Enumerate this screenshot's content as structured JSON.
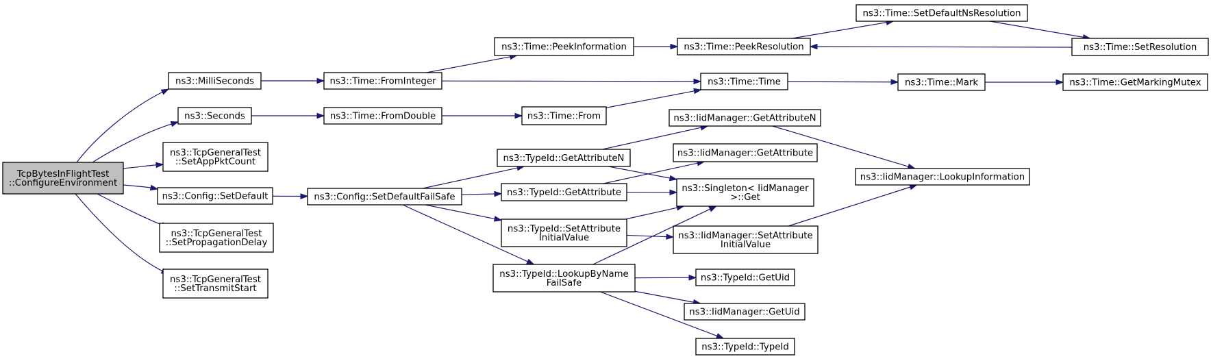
{
  "nodes": [
    {
      "id": "root",
      "lines": [
        "TcpBytesInFlightTest",
        "::ConfigureEnvironment"
      ],
      "root": true
    },
    {
      "id": "millis",
      "lines": [
        "ns3::MilliSeconds"
      ]
    },
    {
      "id": "seconds",
      "lines": [
        "ns3::Seconds"
      ]
    },
    {
      "id": "setapp",
      "lines": [
        "ns3::TcpGeneralTest",
        "::SetAppPktCount"
      ]
    },
    {
      "id": "cfgdef",
      "lines": [
        "ns3::Config::SetDefault"
      ]
    },
    {
      "id": "setprop",
      "lines": [
        "ns3::TcpGeneralTest",
        "::SetPropagationDelay"
      ]
    },
    {
      "id": "settx",
      "lines": [
        "ns3::TcpGeneralTest",
        "::SetTransmitStart"
      ]
    },
    {
      "id": "fromint",
      "lines": [
        "ns3::Time::FromInteger"
      ]
    },
    {
      "id": "fromdbl",
      "lines": [
        "ns3::Time::FromDouble"
      ]
    },
    {
      "id": "cfgfail",
      "lines": [
        "ns3::Config::SetDefaultFailSafe"
      ]
    },
    {
      "id": "peekinfo",
      "lines": [
        "ns3::Time::PeekInformation"
      ]
    },
    {
      "id": "timefrom",
      "lines": [
        "ns3::Time::From"
      ]
    },
    {
      "id": "getattrn",
      "lines": [
        "ns3::TypeId::GetAttributeN"
      ]
    },
    {
      "id": "getattr",
      "lines": [
        "ns3::TypeId::GetAttribute"
      ]
    },
    {
      "id": "setinit",
      "lines": [
        "ns3::TypeId::SetAttribute",
        "InitialValue"
      ]
    },
    {
      "id": "lookup",
      "lines": [
        "ns3::TypeId::LookupByName",
        "FailSafe"
      ]
    },
    {
      "id": "peekres",
      "lines": [
        "ns3::Time::PeekResolution"
      ]
    },
    {
      "id": "time",
      "lines": [
        "ns3::Time::Time"
      ]
    },
    {
      "id": "iidgetattrn",
      "lines": [
        "ns3::IidManager::GetAttributeN"
      ]
    },
    {
      "id": "iidgetattr",
      "lines": [
        "ns3::IidManager::GetAttribute"
      ]
    },
    {
      "id": "singleton",
      "lines": [
        "ns3::Singleton< IidManager",
        ">::Get"
      ]
    },
    {
      "id": "iidsetinit",
      "lines": [
        "ns3::IidManager::SetAttribute",
        "InitialValue"
      ]
    },
    {
      "id": "getuid",
      "lines": [
        "ns3::TypeId::GetUid"
      ]
    },
    {
      "id": "iidgetuid",
      "lines": [
        "ns3::IidManager::GetUid"
      ]
    },
    {
      "id": "typeid",
      "lines": [
        "ns3::TypeId::TypeId"
      ]
    },
    {
      "id": "setdefns",
      "lines": [
        "ns3::Time::SetDefaultNsResolution"
      ]
    },
    {
      "id": "mark",
      "lines": [
        "ns3::Time::Mark"
      ]
    },
    {
      "id": "lookupinfo",
      "lines": [
        "ns3::IidManager::LookupInformation"
      ]
    },
    {
      "id": "setres",
      "lines": [
        "ns3::Time::SetResolution"
      ]
    },
    {
      "id": "getmutex",
      "lines": [
        "ns3::Time::GetMarkingMutex"
      ]
    }
  ],
  "edges": [
    [
      "root",
      "millis"
    ],
    [
      "root",
      "seconds"
    ],
    [
      "root",
      "setapp"
    ],
    [
      "root",
      "cfgdef"
    ],
    [
      "root",
      "setprop"
    ],
    [
      "root",
      "settx"
    ],
    [
      "millis",
      "fromint"
    ],
    [
      "seconds",
      "fromdbl"
    ],
    [
      "cfgdef",
      "cfgfail"
    ],
    [
      "fromint",
      "peekinfo"
    ],
    [
      "fromint",
      "time"
    ],
    [
      "fromdbl",
      "timefrom"
    ],
    [
      "peekinfo",
      "peekres"
    ],
    [
      "peekres",
      "setdefns"
    ],
    [
      "setdefns",
      "setres"
    ],
    [
      "setres",
      "peekres"
    ],
    [
      "timefrom",
      "time"
    ],
    [
      "time",
      "mark"
    ],
    [
      "mark",
      "getmutex"
    ],
    [
      "cfgfail",
      "getattrn"
    ],
    [
      "cfgfail",
      "getattr"
    ],
    [
      "cfgfail",
      "setinit"
    ],
    [
      "cfgfail",
      "lookup"
    ],
    [
      "getattrn",
      "iidgetattrn"
    ],
    [
      "getattrn",
      "singleton"
    ],
    [
      "getattr",
      "iidgetattr"
    ],
    [
      "getattr",
      "singleton"
    ],
    [
      "setinit",
      "singleton"
    ],
    [
      "setinit",
      "iidsetinit"
    ],
    [
      "lookup",
      "singleton"
    ],
    [
      "lookup",
      "getuid"
    ],
    [
      "lookup",
      "iidgetuid"
    ],
    [
      "lookup",
      "typeid"
    ],
    [
      "iidgetattrn",
      "lookupinfo"
    ],
    [
      "iidsetinit",
      "lookupinfo"
    ]
  ]
}
